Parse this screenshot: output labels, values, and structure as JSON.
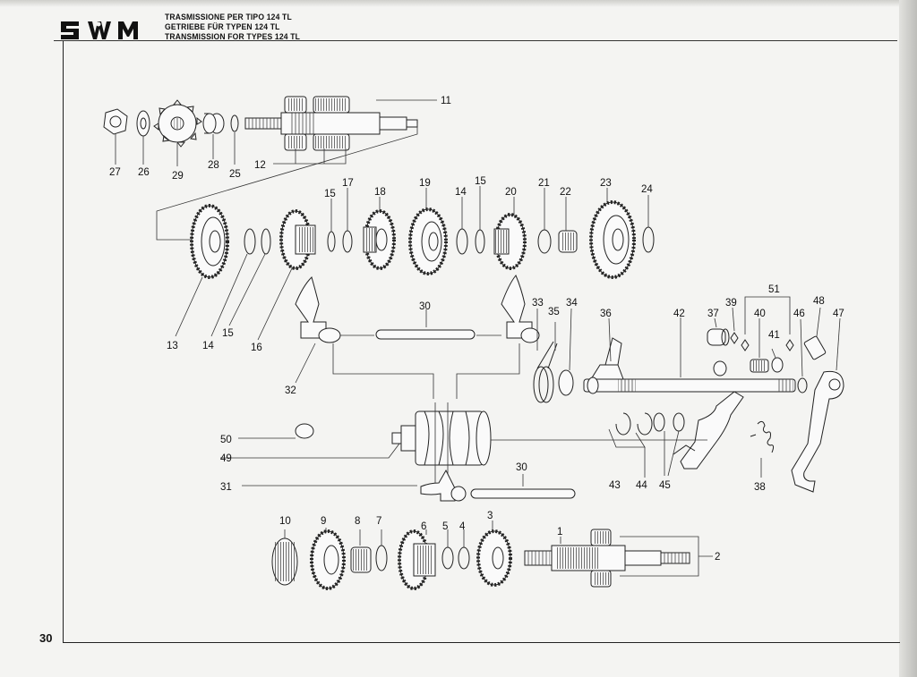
{
  "header": {
    "brand": "SWM",
    "title_it": "TRASMISSIONE PER TIPO 124 TL",
    "title_de": "GETRIEBE FÜR TYPEN 124 TL",
    "title_en": "TRANSMISSION FOR TYPES 124 TL"
  },
  "page_number": "30",
  "callouts": {
    "c1": "1",
    "c2": "2",
    "c3": "3",
    "c4": "4",
    "c5": "5",
    "c6": "6",
    "c7": "7",
    "c8": "8",
    "c9": "9",
    "c10": "10",
    "c11": "11",
    "c12": "12",
    "c13": "13",
    "c14a": "14",
    "c14b": "14",
    "c15a": "15",
    "c15b": "15",
    "c15c": "15",
    "c16": "16",
    "c17": "17",
    "c18": "18",
    "c19": "19",
    "c20": "20",
    "c21": "21",
    "c22": "22",
    "c23": "23",
    "c24": "24",
    "c25": "25",
    "c26": "26",
    "c27": "27",
    "c28": "28",
    "c29": "29",
    "c30a": "30",
    "c30b": "30",
    "c31": "31",
    "c32": "32",
    "c33": "33",
    "c34": "34",
    "c35": "35",
    "c36": "36",
    "c37": "37",
    "c38": "38",
    "c39": "39",
    "c40": "40",
    "c41": "41",
    "c42": "42",
    "c43": "43",
    "c44": "44",
    "c45": "45",
    "c46": "46",
    "c47": "47",
    "c48": "48",
    "c49": "49",
    "c50": "50",
    "c51": "51"
  }
}
